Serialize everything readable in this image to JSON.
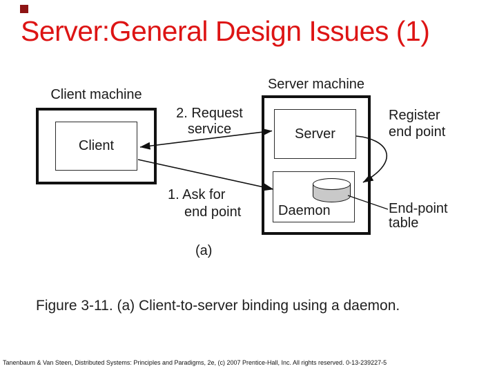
{
  "slide": {
    "title": "Server:General Design Issues (1)",
    "title_color": "#dd1414",
    "bullet_color": "#8e1414",
    "caption": "Figure 3-11. (a) Client-to-server binding using a daemon.",
    "footer": "Tanenbaum & Van Steen, Distributed Systems: Principles and Paradigms, 2e, (c) 2007 Prentice-Hall, Inc. All rights reserved. 0-13-239227-5",
    "subfigure_label": "(a)"
  },
  "diagram": {
    "line_color": "#111111",
    "cylinder_fill": "#c9c9c9",
    "client_machine_label": "Client machine",
    "client_label": "Client",
    "server_machine_label": "Server machine",
    "server_label": "Server",
    "daemon_label": "Daemon",
    "step2": {
      "line1": "2. Request",
      "line2": "service"
    },
    "step1": {
      "line1": "1. Ask for",
      "line2": "end point"
    },
    "register": {
      "line1": "Register",
      "line2": "end point"
    },
    "endpoint_table": {
      "line1": "End-point",
      "line2": "table"
    }
  }
}
